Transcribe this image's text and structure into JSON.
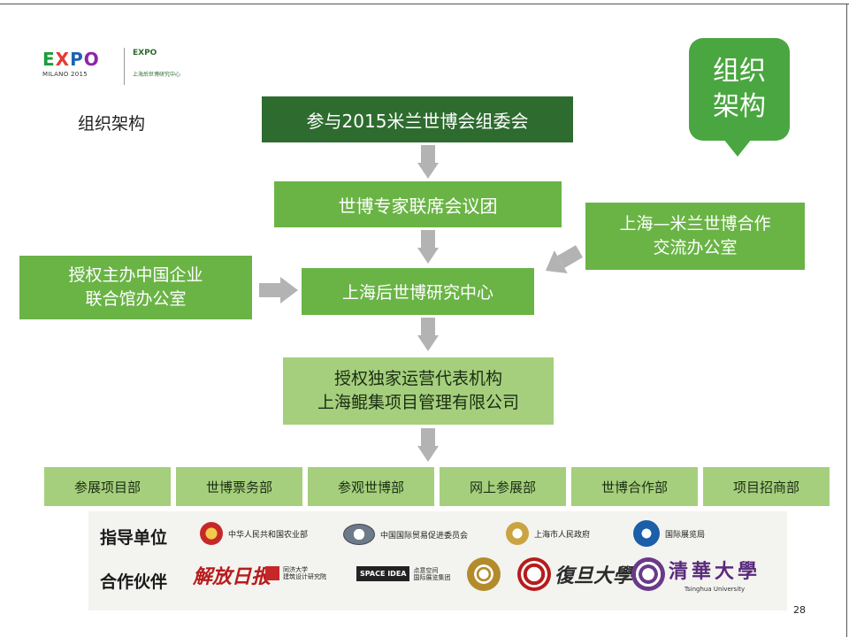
{
  "logos": {
    "expo_letters": [
      "E",
      "X",
      "P",
      "O"
    ],
    "expo_colors": [
      "#1a9e3a",
      "#e53935",
      "#1e63b0",
      "#8e24aa"
    ],
    "expo_sub": "MILANO 2015",
    "expo2_mark": "EXPO",
    "expo2_sub": "上海后世博研究中心"
  },
  "page_heading": "组织架构",
  "badge_text": "组织\n架构",
  "chart": {
    "top": "参与2015米兰世博会组委会",
    "expert": "世博专家联席会议团",
    "shanghai_milan": "上海—米兰世博合作\n交流办公室",
    "china_pavilion": "授权主办中国企业\n联合馆办公室",
    "center": "上海后世博研究中心",
    "operator": "授权独家运营代表机构\n上海鲲集项目管理有限公司"
  },
  "departments": [
    "参展项目部",
    "世博票务部",
    "参观世博部",
    "网上参展部",
    "世博合作部",
    "项目招商部"
  ],
  "guidance": {
    "label": "指导单位",
    "orgs": [
      {
        "name": "中华人民共和国农业部",
        "icon": "national-emblem-icon"
      },
      {
        "name": "中国国际贸易促进委员会",
        "icon": "ccpit-emblem-icon"
      },
      {
        "name": "上海市人民政府",
        "icon": "shanghai-emblem-icon"
      },
      {
        "name": "国际展览局",
        "icon": "bie-emblem-icon"
      }
    ]
  },
  "partners": {
    "label": "合作伙伴",
    "jiefang": "解放日报",
    "tongji": "同济大学\n建筑设计研究院",
    "space_idea": "SPACE IDEA",
    "space_idea_sub": "点意空间\n国际展览集团",
    "fudan": "復旦大學",
    "tsinghua": "清華大學",
    "tsinghua_sub": "Tsinghua University"
  },
  "page_number": "28"
}
